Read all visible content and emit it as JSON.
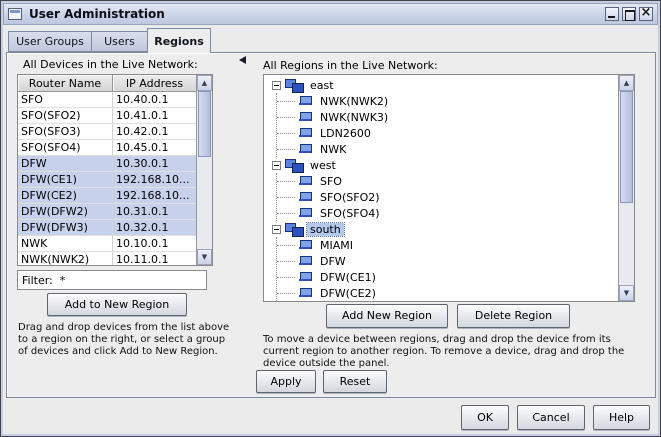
{
  "window": {
    "title": "User Administration"
  },
  "icons": {
    "scroll_up": "▲",
    "scroll_down": "▼"
  },
  "tabs": {
    "user_groups": "User Groups",
    "users": "Users",
    "regions": "Regions"
  },
  "left_panel": {
    "heading": "All Devices in the Live Network:",
    "table": {
      "columns": [
        "Router Name",
        "IP Address"
      ],
      "rows": [
        {
          "name": "SFO",
          "ip": "10.40.0.1"
        },
        {
          "name": "SFO(SFO2)",
          "ip": "10.41.0.1"
        },
        {
          "name": "SFO(SFO3)",
          "ip": "10.42.0.1"
        },
        {
          "name": "SFO(SFO4)",
          "ip": "10.45.0.1"
        },
        {
          "name": "DFW",
          "ip": "10.30.0.1",
          "selected": true
        },
        {
          "name": "DFW(CE1)",
          "ip": "192.168.10...",
          "selected": true
        },
        {
          "name": "DFW(CE2)",
          "ip": "192.168.10...",
          "selected": true
        },
        {
          "name": "DFW(DFW2)",
          "ip": "10.31.0.1",
          "selected": true
        },
        {
          "name": "DFW(DFW3)",
          "ip": "10.32.0.1",
          "selected": true
        },
        {
          "name": "NWK",
          "ip": "10.10.0.1"
        },
        {
          "name": "NWK(NWK2)",
          "ip": "10.11.0.1"
        }
      ]
    },
    "filter": {
      "label": "Filter:",
      "value": "*"
    },
    "add_button": "Add to New Region",
    "hint": "Drag and drop devices from the list above to a region on the right, or select a group of devices and click Add to New Region."
  },
  "right_panel": {
    "heading": "All Regions in the Live Network:",
    "tree": {
      "groups": [
        {
          "label": "east",
          "children": [
            "NWK(NWK2)",
            "NWK(NWK3)",
            "LDN2600",
            "NWK"
          ]
        },
        {
          "label": "west",
          "children": [
            "SFO",
            "SFO(SFO2)",
            "SFO(SFO4)"
          ]
        },
        {
          "label": "south",
          "selected": true,
          "children": [
            "MIAMI",
            "DFW",
            "DFW(CE1)",
            "DFW(CE2)"
          ]
        }
      ]
    },
    "add_region_button": "Add New Region",
    "delete_region_button": "Delete Region",
    "hint": "To move a device between regions, drag and drop the device from its current region to another region. To remove a device, drag and drop the device outside the panel.",
    "apply_button": "Apply",
    "reset_button": "Reset"
  },
  "footer": {
    "ok": "OK",
    "cancel": "Cancel",
    "help": "Help"
  }
}
